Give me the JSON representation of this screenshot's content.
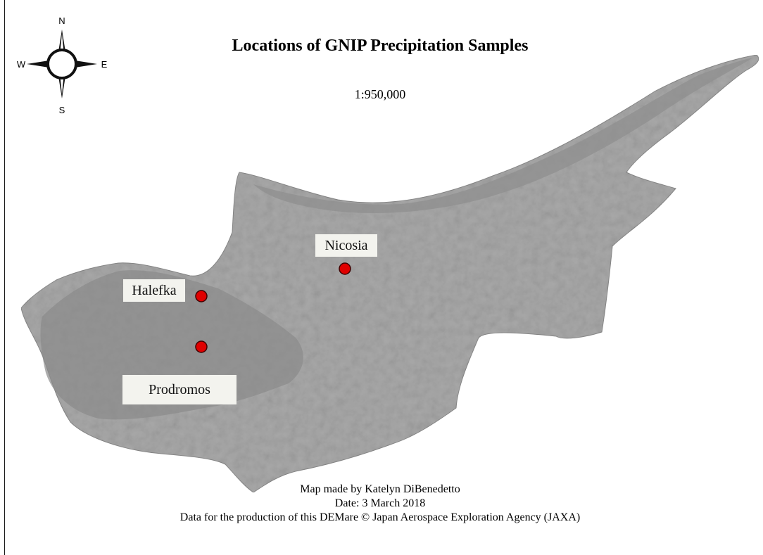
{
  "map": {
    "title": "Locations of GNIP Precipitation Samples",
    "scale": "1:950,000",
    "region_fill": "#a8a8a8",
    "mountain_fill": "#8c8c8c",
    "point_color": "#e00000",
    "compass": {
      "north": "N",
      "south": "S",
      "east": "E",
      "west": "W"
    },
    "locations": [
      {
        "name": "Nicosia"
      },
      {
        "name": "Halefka"
      },
      {
        "name": "Prodromos"
      }
    ],
    "credits": {
      "author": "Map made by Katelyn DiBenedetto",
      "date": "Date: 3 March 2018",
      "data_source": "Data for the production of this DEMare © Japan Aerospace Exploration Agency (JAXA)"
    }
  }
}
